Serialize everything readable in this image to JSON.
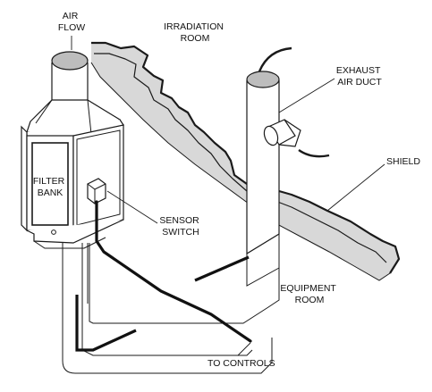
{
  "labels": {
    "air_flow": [
      "AIR",
      "FLOW"
    ],
    "irradiation_room": [
      "IRRADIATION",
      "ROOM"
    ],
    "exhaust_air_duct": [
      "EXHAUST",
      "AIR DUCT"
    ],
    "shield": "SHIELD",
    "filter_bank": [
      "FILTER",
      "BANK"
    ],
    "sensor_switch": [
      "SENSOR",
      "SWITCH"
    ],
    "equipment_room": [
      "EQUIPMENT",
      "ROOM"
    ],
    "to_controls": "TO CONTROLS"
  },
  "colors": {
    "wall_fill": "#d8d8d8",
    "wall_edge": "#1a1a1a",
    "line": "#1a1a1a",
    "cable": "#111111",
    "background": "#ffffff"
  }
}
